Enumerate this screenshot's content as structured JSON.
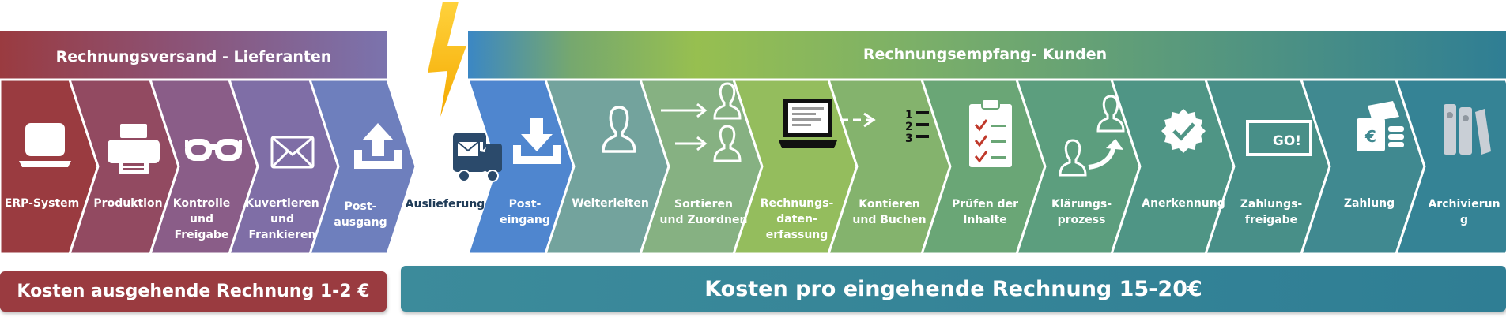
{
  "sender": {
    "title": "Rechnungsversand - Lieferanten",
    "cost": "Kosten ausgehende Rechnung 1-2 €",
    "steps": [
      {
        "label": [
          "ERP-System"
        ],
        "icon": "laptop-icon"
      },
      {
        "label": [
          "Produktion"
        ],
        "icon": "printer-icon"
      },
      {
        "label": [
          "Kontrolle",
          "und",
          "Freigabe"
        ],
        "icon": "glasses-icon"
      },
      {
        "label": [
          "Kuvertieren",
          "und",
          "Frankieren"
        ],
        "icon": "envelope-icon"
      },
      {
        "label": [
          "Post-",
          "ausgang"
        ],
        "icon": "upload-tray-icon"
      }
    ]
  },
  "delivery": {
    "label": "Auslieferung",
    "icon": "mail-truck-icon"
  },
  "receiver": {
    "title": "Rechnungsempfang- Kunden",
    "cost": "Kosten pro eingehende Rechnung 15-20€",
    "steps": [
      {
        "label": [
          "Post-",
          "eingang"
        ],
        "icon": "download-tray-icon"
      },
      {
        "label": [
          "Weiterleiten"
        ],
        "icon": "person-icon"
      },
      {
        "label": [
          "Sortieren",
          "und Zuordnen"
        ],
        "icon": "sort-persons-icon"
      },
      {
        "label": [
          "Rechnungs-",
          "daten-",
          "erfassung"
        ],
        "icon": "laptop-data-icon"
      },
      {
        "label": [
          "Kontieren",
          "und Buchen"
        ],
        "icon": "numbered-list-icon"
      },
      {
        "label": [
          "Prüfen der",
          "Inhalte"
        ],
        "icon": "checklist-clipboard-icon"
      },
      {
        "label": [
          "Klärungs-",
          "prozess"
        ],
        "icon": "question-persons-icon"
      },
      {
        "label": [
          "Anerkennung"
        ],
        "icon": "approval-badge-icon"
      },
      {
        "label": [
          "Zahlungs-",
          "freigabe"
        ],
        "icon": "go-sign-icon"
      },
      {
        "label": [
          "Zahlung"
        ],
        "icon": "money-icon"
      },
      {
        "label": [
          "Archivierun",
          "g"
        ],
        "icon": "binders-icon"
      }
    ]
  },
  "icon_text": {
    "go_sign": "GO!",
    "euro": "€",
    "list_numbers": [
      "1",
      "2",
      "3"
    ]
  },
  "colors": {
    "sender_steps": [
      "#9a3b40",
      "#924a61",
      "#8a5d88",
      "#7f6ea6",
      "#6e7fbd"
    ],
    "receiver_steps": [
      "#4f86cf",
      "#73a39d",
      "#86b182",
      "#94bd5d",
      "#84b36d",
      "#6aa676",
      "#5c9e7e",
      "#4f9585",
      "#488f88",
      "#408990",
      "#358395"
    ],
    "sender_header": "#9a3b40",
    "receiver_header": "#2f7e94",
    "lightning": "#f7b800",
    "delivery_text": "#1f3b57"
  }
}
